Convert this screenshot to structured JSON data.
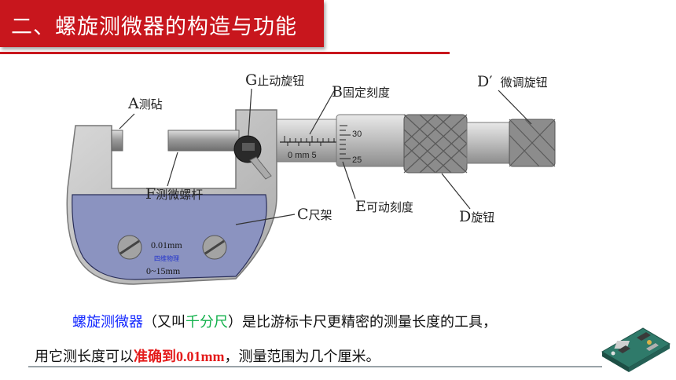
{
  "title": "二、螺旋测微器的构造与功能",
  "labels": {
    "A": {
      "letter": "A",
      "text": "测砧"
    },
    "G": {
      "letter": "G",
      "text": "止动旋钮"
    },
    "B": {
      "letter": "B",
      "text": "固定刻度"
    },
    "D_prime": {
      "letter": "D′",
      "text": "微调旋钮"
    },
    "F": {
      "letter": "F",
      "text": "测微螺杆"
    },
    "C": {
      "letter": "C",
      "text": "尺架"
    },
    "E": {
      "letter": "E",
      "text": "可动刻度"
    },
    "D": {
      "letter": "D",
      "text": "旋钮"
    }
  },
  "scale": {
    "mm_label": "0 mm 5",
    "thimble_top": "30",
    "thimble_bottom": "25"
  },
  "frame": {
    "precision": "0.01mm",
    "brand": "四维物理",
    "range": "0~15mm"
  },
  "paragraph": {
    "line1": {
      "term": "螺旋测微器",
      "open": "（又叫",
      "alias": "千分尺",
      "rest": "）是比游标卡尺更精密的测量长度的工具，"
    },
    "line2": {
      "pre": "用它测长度可以",
      "highlight": "准确到",
      "value": "0.01mm",
      "rest": "，测量范围为几个厘米。"
    }
  },
  "colors": {
    "accent": "#c8161d",
    "frame_fill": "#8b93c0",
    "term_blue": "#1428ff",
    "alias_green": "#10b04a",
    "highlight_red": "#e41b1b"
  }
}
